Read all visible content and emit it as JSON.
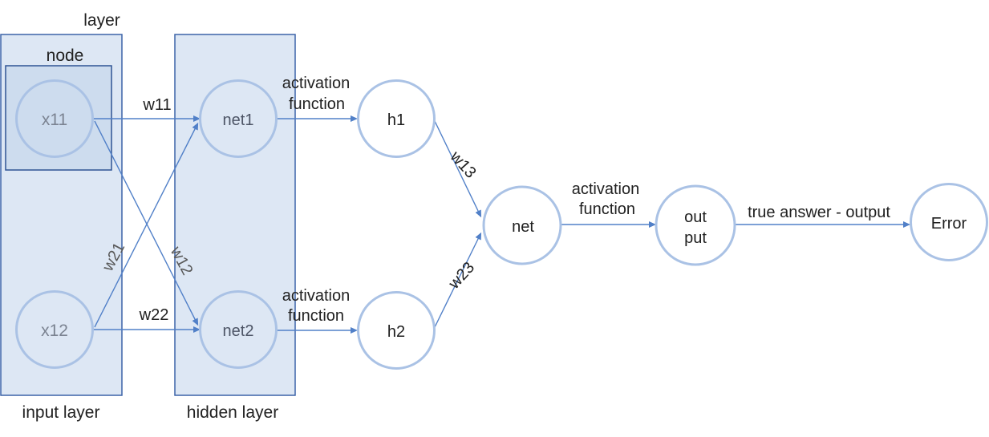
{
  "diagram": {
    "labels": {
      "layer": "layer",
      "node": "node",
      "input_layer": "input layer",
      "hidden_layer": "hidden layer"
    },
    "nodes": {
      "x11": "x11",
      "x12": "x12",
      "net1": "net1",
      "net2": "net2",
      "h1": "h1",
      "h2": "h2",
      "net": "net",
      "output_line1": "out",
      "output_line2": "put",
      "error": "Error"
    },
    "weights": {
      "w11": "w11",
      "w12": "w12",
      "w21": "w21",
      "w22": "w22",
      "w13": "w13",
      "w23": "w23"
    },
    "edge_labels": {
      "activation_line1": "activation",
      "activation_line2": "function",
      "error_edge": "true answer - output"
    },
    "colors": {
      "layer_box_fill": "#dde7f4",
      "layer_box_border": "#3c63a8",
      "node_box_fill": "#cddcee",
      "node_box_border": "#2e5494",
      "circle_stroke": "#aac2e5",
      "arrow": "#5180c8",
      "text": "#212121",
      "input_node_text": "#7b8391",
      "weight_text_gray": "#595959"
    }
  }
}
